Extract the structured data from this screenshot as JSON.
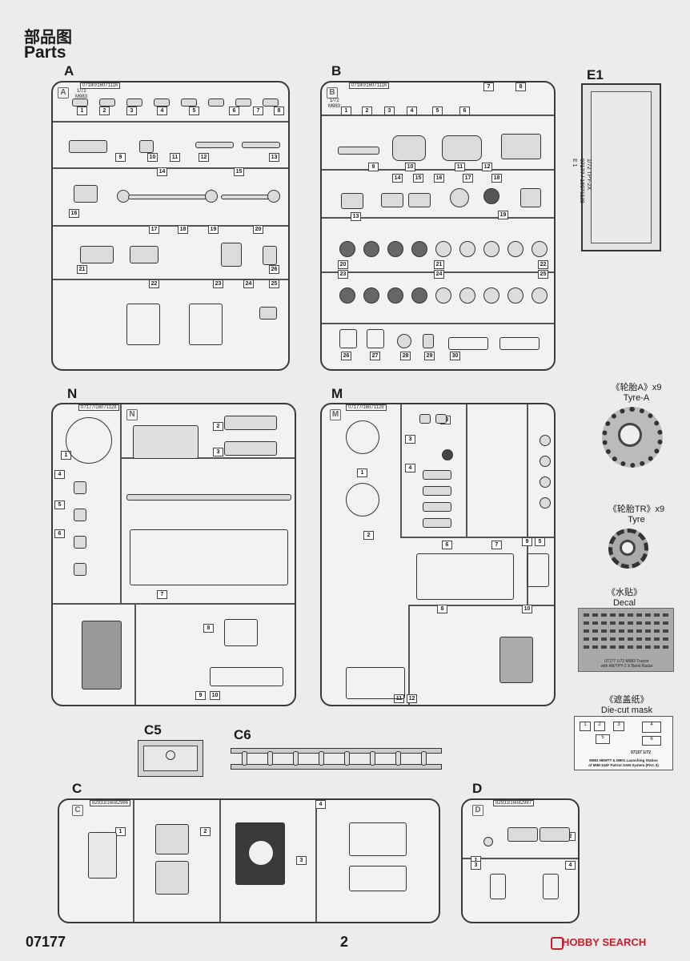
{
  "header": {
    "title_cn": "部品图",
    "title_en": "Parts"
  },
  "sprues": {
    "A": {
      "letter": "A",
      "code": "07180/16071116",
      "tag": "A",
      "scale": "1/72",
      "model": "M983",
      "numbers": [
        "1",
        "2",
        "3",
        "4",
        "5",
        "6",
        "7",
        "8",
        "9",
        "10",
        "11",
        "12",
        "13",
        "14",
        "15",
        "16",
        "17",
        "18",
        "19",
        "20",
        "21",
        "22",
        "23",
        "24",
        "25",
        "26"
      ]
    },
    "B": {
      "letter": "B",
      "code": "07180/16071116",
      "tag": "B",
      "scale": "1/72",
      "model": "M983",
      "numbers": [
        "1",
        "2",
        "3",
        "4",
        "5",
        "6",
        "7",
        "8",
        "9",
        "10",
        "11",
        "12",
        "13",
        "14",
        "15",
        "16",
        "17",
        "18",
        "19",
        "20",
        "21",
        "22",
        "23",
        "24",
        "25",
        "26",
        "27",
        "28",
        "29",
        "30"
      ]
    },
    "E1": {
      "letter": "E1",
      "text1": "1/72 TPY-2X",
      "text2": "07177 / 16071128",
      "text3": "E 1"
    },
    "N": {
      "letter": "N",
      "code": "07177/16071128",
      "tag": "N",
      "numbers": [
        "1",
        "2",
        "3",
        "4",
        "5",
        "6",
        "7",
        "8",
        "9",
        "10"
      ]
    },
    "M": {
      "letter": "M",
      "code": "07177/16071128",
      "tag": "M",
      "numbers": [
        "1",
        "2",
        "3",
        "4",
        "5",
        "6",
        "7",
        "8",
        "9",
        "10",
        "11",
        "12",
        "13"
      ]
    },
    "C5": {
      "letter": "C5"
    },
    "C6": {
      "letter": "C6"
    },
    "C": {
      "letter": "C",
      "code": "82933/16082986",
      "tag": "C",
      "numbers": [
        "1",
        "2",
        "3",
        "4"
      ]
    },
    "D": {
      "letter": "D",
      "code": "82933/16082987",
      "tag": "D",
      "numbers": [
        "1",
        "2",
        "3",
        "4"
      ]
    }
  },
  "extras": {
    "tyre_a": {
      "label_cn": "《轮胎A》x9",
      "label_en": "Tyre-A"
    },
    "tyre_tr": {
      "label_cn": "《轮胎TR》x9",
      "label_en": "Tyre"
    },
    "decal": {
      "label_cn": "《水贴》",
      "label_en": "Decal",
      "sheet_line1": "07177 1/72 M983 Tractor",
      "sheet_line2": "with AN/TPY-2 X Band Radar"
    },
    "mask": {
      "label_cn": "《遮盖纸》",
      "label_en": "Die-cut mask",
      "cells": [
        "1",
        "2",
        "3",
        "4",
        "5",
        "6"
      ],
      "code": "07157 1/72",
      "line1": "M983 HEMTT & M901 Launching Station",
      "line2": "of MIM-104F Patriot SAM System (PAC-3)"
    }
  },
  "footer": {
    "code": "07177",
    "page": "2",
    "watermark": "HOBBY SEARCH"
  }
}
